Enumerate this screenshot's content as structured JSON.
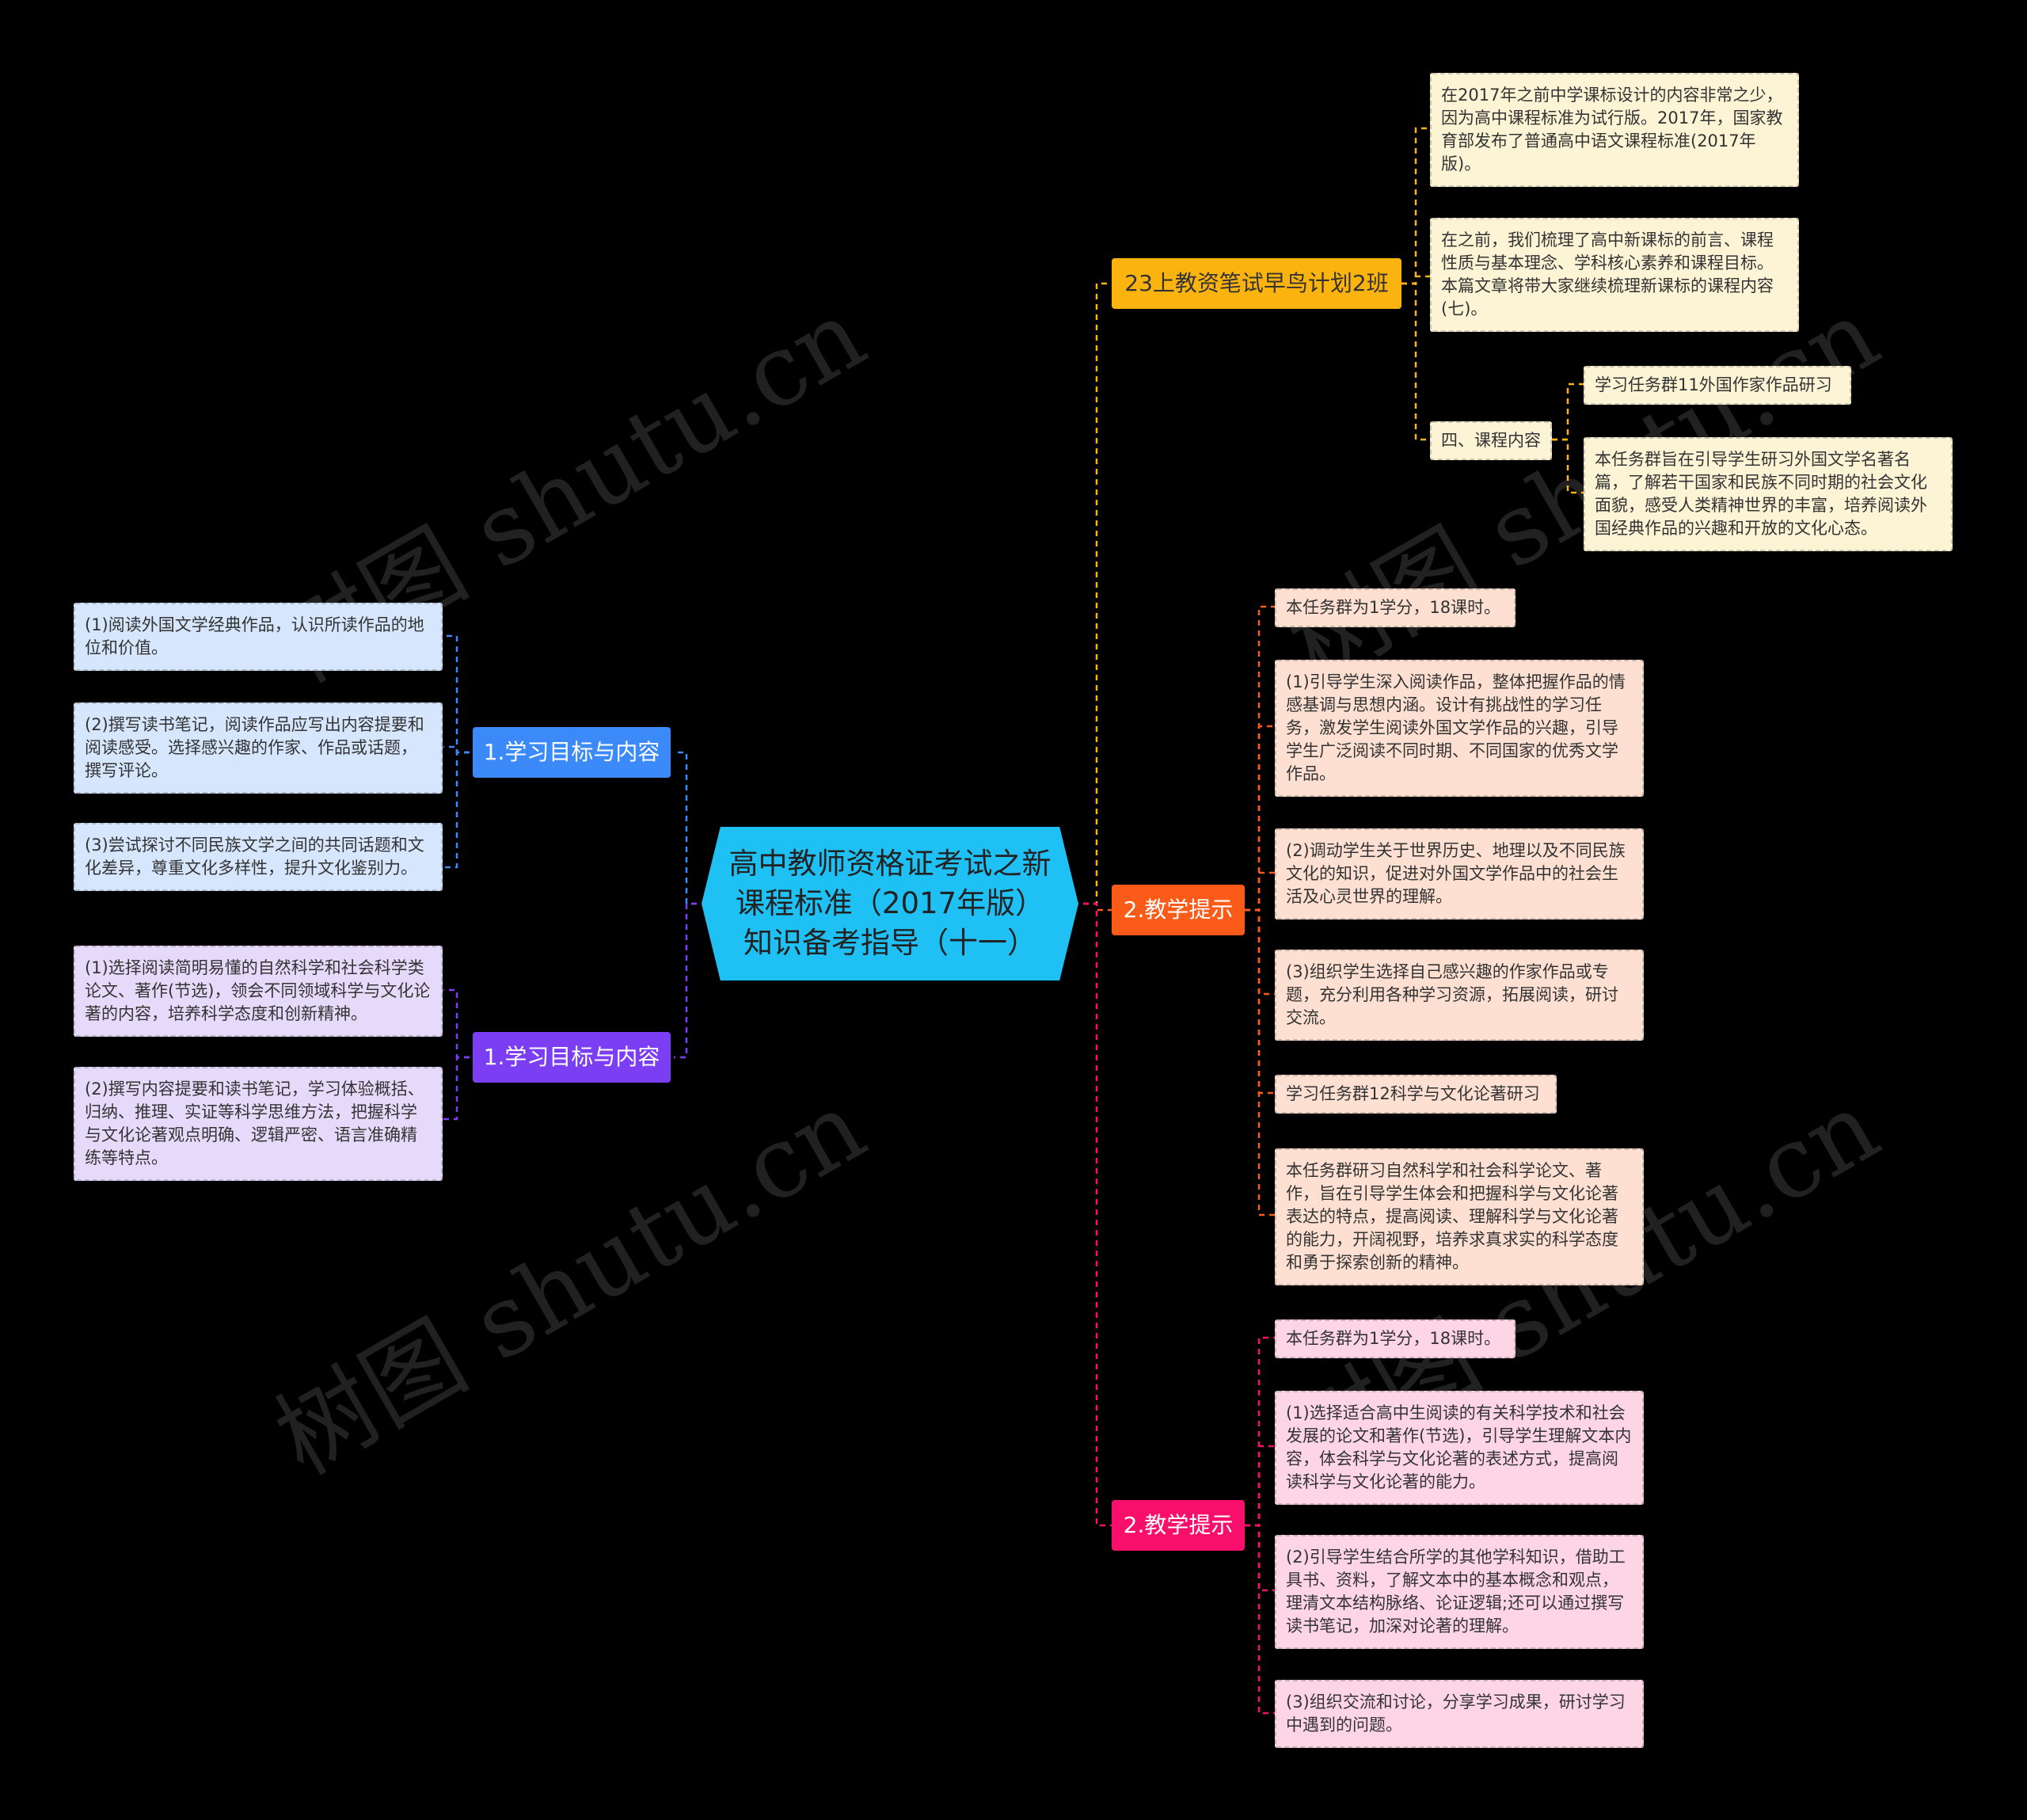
{
  "watermark": "树图 shutu.cn",
  "root": {
    "title": "高中教师资格证考试之新课程标准（2017年版）知识备考指导（十一）"
  },
  "branches": {
    "plan": {
      "label": "23上教资笔试早鸟计划2班",
      "color": "#fbb40f",
      "items": [
        "在2017年之前中学课标设计的内容非常之少，因为高中课程标准为试行版。2017年，国家教育部发布了普通高中语文课程标准(2017年版)。",
        "在之前，我们梳理了高中新课标的前言、课程性质与基本理念、学科核心素养和课程目标。本篇文章将带大家继续梳理新课标的课程内容(七)。"
      ],
      "course": {
        "label": "四、课程内容",
        "items": [
          "学习任务群11外国作家作品研习",
          "本任务群旨在引导学生研习外国文学名著名篇，了解若干国家和民族不同时期的社会文化面貌，感受人类精神世界的丰富，培养阅读外国经典作品的兴趣和开放的文化心态。"
        ]
      }
    },
    "teach1": {
      "label": "2.教学提示",
      "color": "#fa5b19",
      "items": [
        "本任务群为1学分，18课时。",
        "(1)引导学生深入阅读作品，整体把握作品的情感基调与思想内涵。设计有挑战性的学习任务，激发学生阅读外国文学作品的兴趣，引导学生广泛阅读不同时期、不同国家的优秀文学作品。",
        "(2)调动学生关于世界历史、地理以及不同民族文化的知识，促进对外国文学作品中的社会生活及心灵世界的理解。",
        "(3)组织学生选择自己感兴趣的作家作品或专题，充分利用各种学习资源，拓展阅读，研讨交流。",
        "学习任务群12科学与文化论著研习",
        "本任务群研习自然科学和社会科学论文、著作，旨在引导学生体会和把握科学与文化论著表达的特点，提高阅读、理解科学与文化论著的能力，开阔视野，培养求真求实的科学态度和勇于探索创新的精神。"
      ]
    },
    "teach2": {
      "label": "2.教学提示",
      "color": "#f80f6b",
      "items": [
        "本任务群为1学分，18课时。",
        "(1)选择适合高中生阅读的有关科学技术和社会发展的论文和著作(节选)，引导学生理解文本内容，体会科学与文化论著的表述方式，提高阅读科学与文化论著的能力。",
        "(2)引导学生结合所学的其他学科知识，借助工具书、资料，了解文本中的基本概念和观点，理清文本结构脉络、论证逻辑;还可以通过撰写读书笔记，加深对论著的理解。",
        "(3)组织交流和讨论，分享学习成果，研讨学习中遇到的问题。"
      ]
    },
    "goal1": {
      "label": "1.学习目标与内容",
      "color": "#3c89f9",
      "items": [
        "(1)阅读外国文学经典作品，认识所读作品的地位和价值。",
        "(2)撰写读书笔记，阅读作品应写出内容提要和阅读感受。选择感兴趣的作家、作品或话题，撰写评论。",
        "(3)尝试探讨不同民族文学之间的共同话题和文化差异，尊重文化多样性，提升文化鉴别力。"
      ]
    },
    "goal2": {
      "label": "1.学习目标与内容",
      "color": "#7c3ef3",
      "items": [
        "(1)选择阅读简明易懂的自然科学和社会科学类论文、著作(节选)，领会不同领域科学与文化论著的内容，培养科学态度和创新精神。",
        "(2)撰写内容提要和读书笔记，学习体验概括、归纳、推理、实证等科学思维方法，把握科学与文化论著观点明确、逻辑严密、语言准确精练等特点。"
      ]
    }
  }
}
